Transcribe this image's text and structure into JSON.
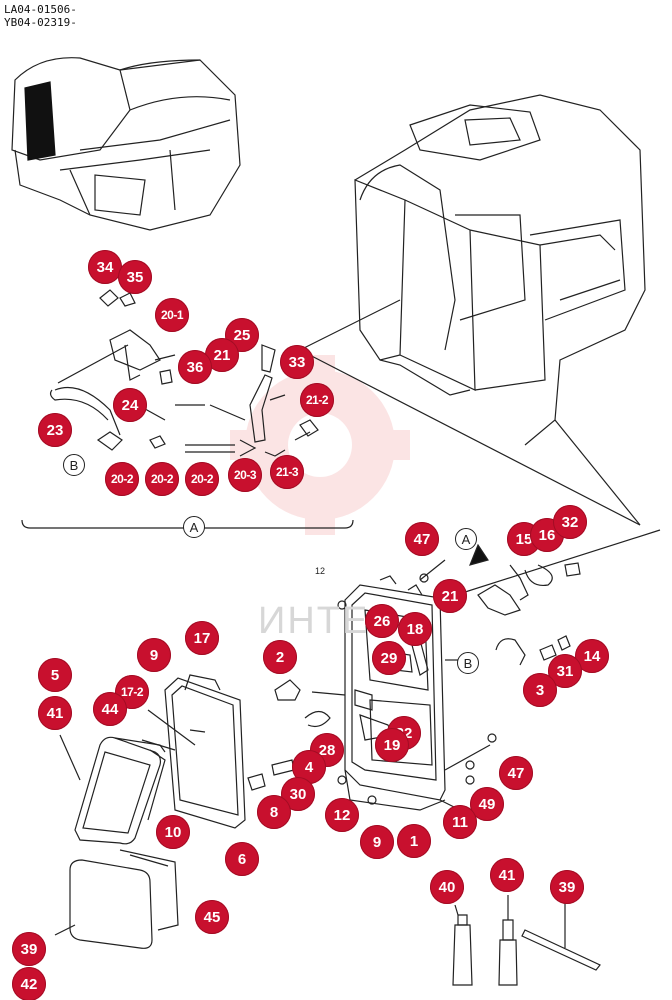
{
  "header": {
    "line1": "LA04-01506-",
    "line2": "YB04-02319-"
  },
  "watermark_text": "ИНТЕ",
  "colors": {
    "badge": "#c8102e",
    "line": "#222222",
    "watermark": "#f4b3b3"
  },
  "letter_refs": [
    "A",
    "B",
    "A",
    "B"
  ],
  "small_label": "12",
  "callouts": [
    {
      "label": "34"
    },
    {
      "label": "35"
    },
    {
      "label": "20-1"
    },
    {
      "label": "25"
    },
    {
      "label": "21"
    },
    {
      "label": "33"
    },
    {
      "label": "36"
    },
    {
      "label": "21-2"
    },
    {
      "label": "24"
    },
    {
      "label": "23"
    },
    {
      "label": "20-2"
    },
    {
      "label": "20-2"
    },
    {
      "label": "20-2"
    },
    {
      "label": "20-3"
    },
    {
      "label": "21-3"
    },
    {
      "label": "47"
    },
    {
      "label": "15"
    },
    {
      "label": "16"
    },
    {
      "label": "32"
    },
    {
      "label": "21"
    },
    {
      "label": "26"
    },
    {
      "label": "18"
    },
    {
      "label": "17"
    },
    {
      "label": "9"
    },
    {
      "label": "2"
    },
    {
      "label": "29"
    },
    {
      "label": "14"
    },
    {
      "label": "31"
    },
    {
      "label": "5"
    },
    {
      "label": "41"
    },
    {
      "label": "17-2"
    },
    {
      "label": "44"
    },
    {
      "label": "3"
    },
    {
      "label": "22"
    },
    {
      "label": "19"
    },
    {
      "label": "28"
    },
    {
      "label": "4"
    },
    {
      "label": "47"
    },
    {
      "label": "30"
    },
    {
      "label": "8"
    },
    {
      "label": "12"
    },
    {
      "label": "49"
    },
    {
      "label": "10"
    },
    {
      "label": "11"
    },
    {
      "label": "9"
    },
    {
      "label": "1"
    },
    {
      "label": "6"
    },
    {
      "label": "40"
    },
    {
      "label": "41"
    },
    {
      "label": "39"
    },
    {
      "label": "45"
    },
    {
      "label": "39"
    },
    {
      "label": "42"
    }
  ]
}
